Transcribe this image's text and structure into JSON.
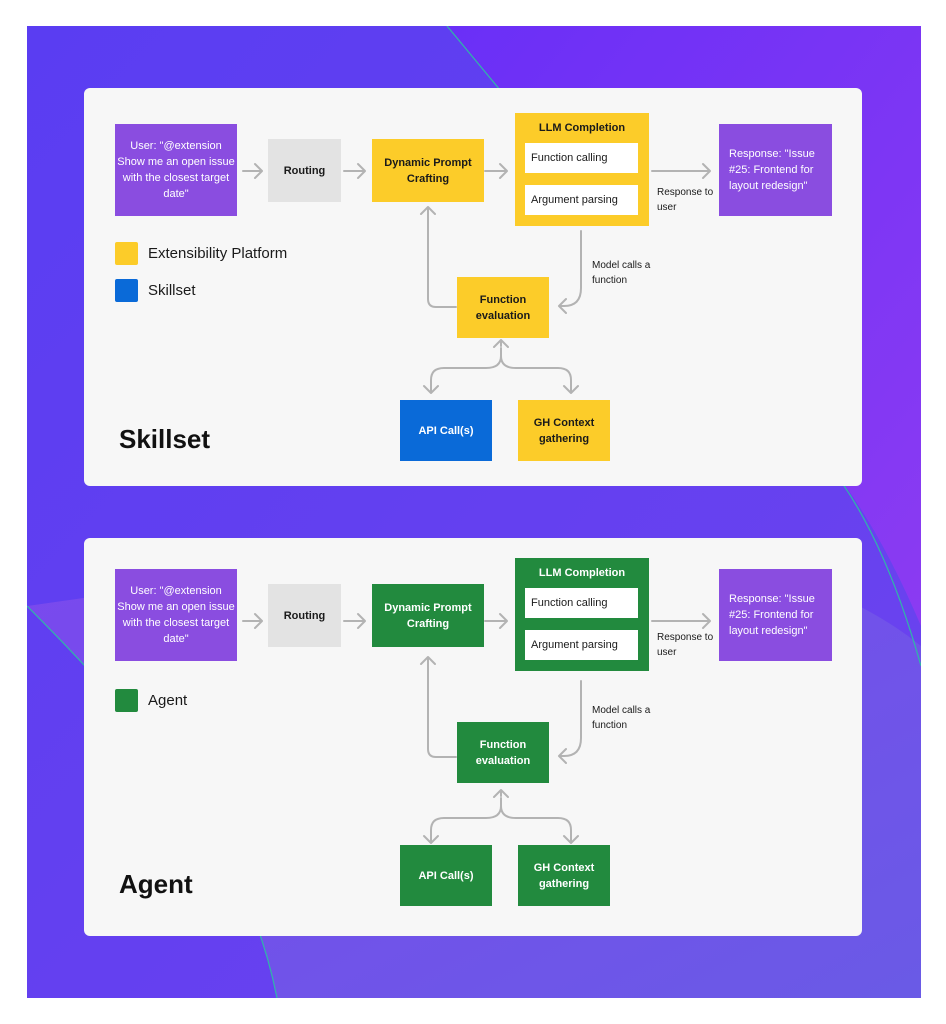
{
  "colors": {
    "background_blue": "#5b3cf0",
    "background_violet": "#7b3ff0",
    "user_box": "#8a4de0",
    "routing_box": "#e3e3e3",
    "extensibility_platform": "#fccc29",
    "skillset": "#0a6ad8",
    "agent": "#228a3e",
    "arrow": "#b3b3b3"
  },
  "skillset_panel": {
    "title": "Skillset",
    "user_query": "User: \"@extension Show me an open issue with the closest target date\"",
    "routing": "Routing",
    "dynamic_prompt": "Dynamic Prompt Crafting",
    "llm_title": "LLM Completion",
    "function_calling": "Function calling",
    "argument_parsing": "Argument parsing",
    "response": "Response: \"Issue #25: Frontend for layout redesign\"",
    "response_note": "Response to user",
    "model_note": "Model calls a function",
    "function_eval": "Function evaluation",
    "api_call": "API Call(s)",
    "gh_context": "GH Context gathering",
    "legend": [
      {
        "label": "Extensibility Platform",
        "color": "#fccc29"
      },
      {
        "label": "Skillset",
        "color": "#0a6ad8"
      }
    ]
  },
  "agent_panel": {
    "title": "Agent",
    "user_query": "User: \"@extension Show me an open issue with the closest target date\"",
    "routing": "Routing",
    "dynamic_prompt": "Dynamic Prompt Crafting",
    "llm_title": "LLM Completion",
    "function_calling": "Function calling",
    "argument_parsing": "Argument parsing",
    "response": "Response: \"Issue #25: Frontend for layout redesign\"",
    "response_note": "Response to user",
    "model_note": "Model calls a function",
    "function_eval": "Function evaluation",
    "api_call": "API Call(s)",
    "gh_context": "GH Context gathering",
    "legend": [
      {
        "label": "Agent",
        "color": "#228a3e"
      }
    ]
  }
}
